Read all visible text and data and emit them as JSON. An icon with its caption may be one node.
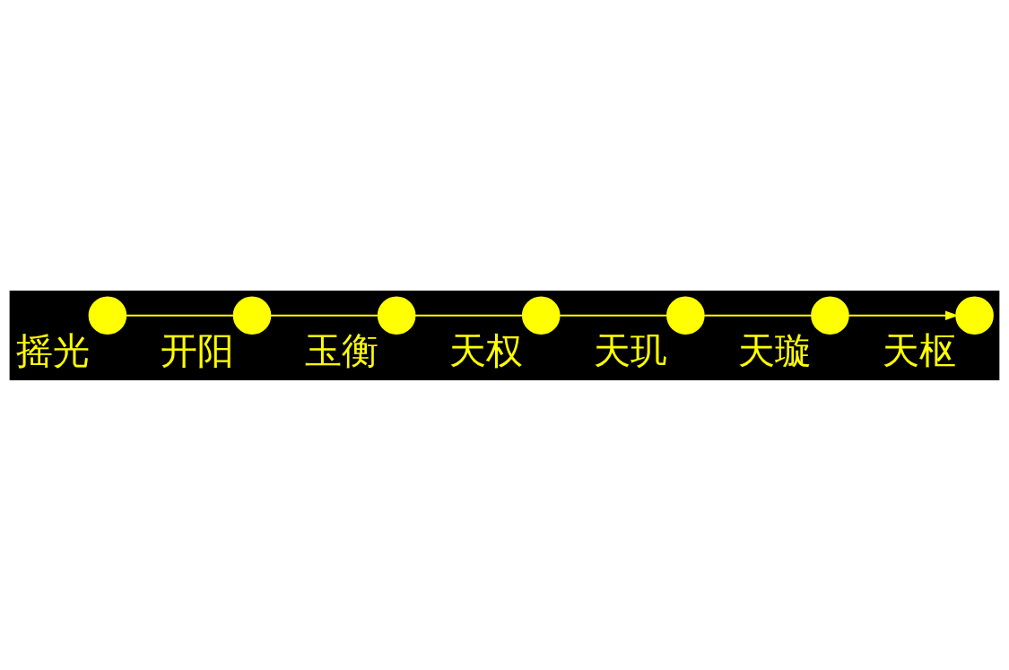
{
  "diagram": {
    "nodes": [
      {
        "text": [],
        "shape": "circle",
        "beside": [
          "摇光"
        ]
      },
      {
        "text": [],
        "shape": "circle",
        "beside": [
          "开阳"
        ]
      },
      {
        "text": [],
        "shape": "circle",
        "beside": [
          "玉衡"
        ]
      },
      {
        "text": [],
        "shape": "circle",
        "beside": [
          "天权"
        ]
      },
      {
        "text": [],
        "shape": "circle",
        "beside": [
          "天玑"
        ]
      },
      {
        "text": [],
        "shape": "circle",
        "beside": [
          "天璇"
        ]
      },
      {
        "text": [],
        "shape": "circle",
        "beside": [
          "天枢"
        ]
      }
    ],
    "edges": [
      {
        "from": 0,
        "to": 1,
        "arrow": "none"
      },
      {
        "from": 1,
        "to": 2,
        "arrow": "none"
      },
      {
        "from": 2,
        "to": 3,
        "arrow": "none"
      },
      {
        "from": 3,
        "to": 4,
        "arrow": "none"
      },
      {
        "from": 4,
        "to": 5,
        "arrow": "none"
      },
      {
        "from": 5,
        "to": 6,
        "arrow": "to"
      }
    ]
  }
}
